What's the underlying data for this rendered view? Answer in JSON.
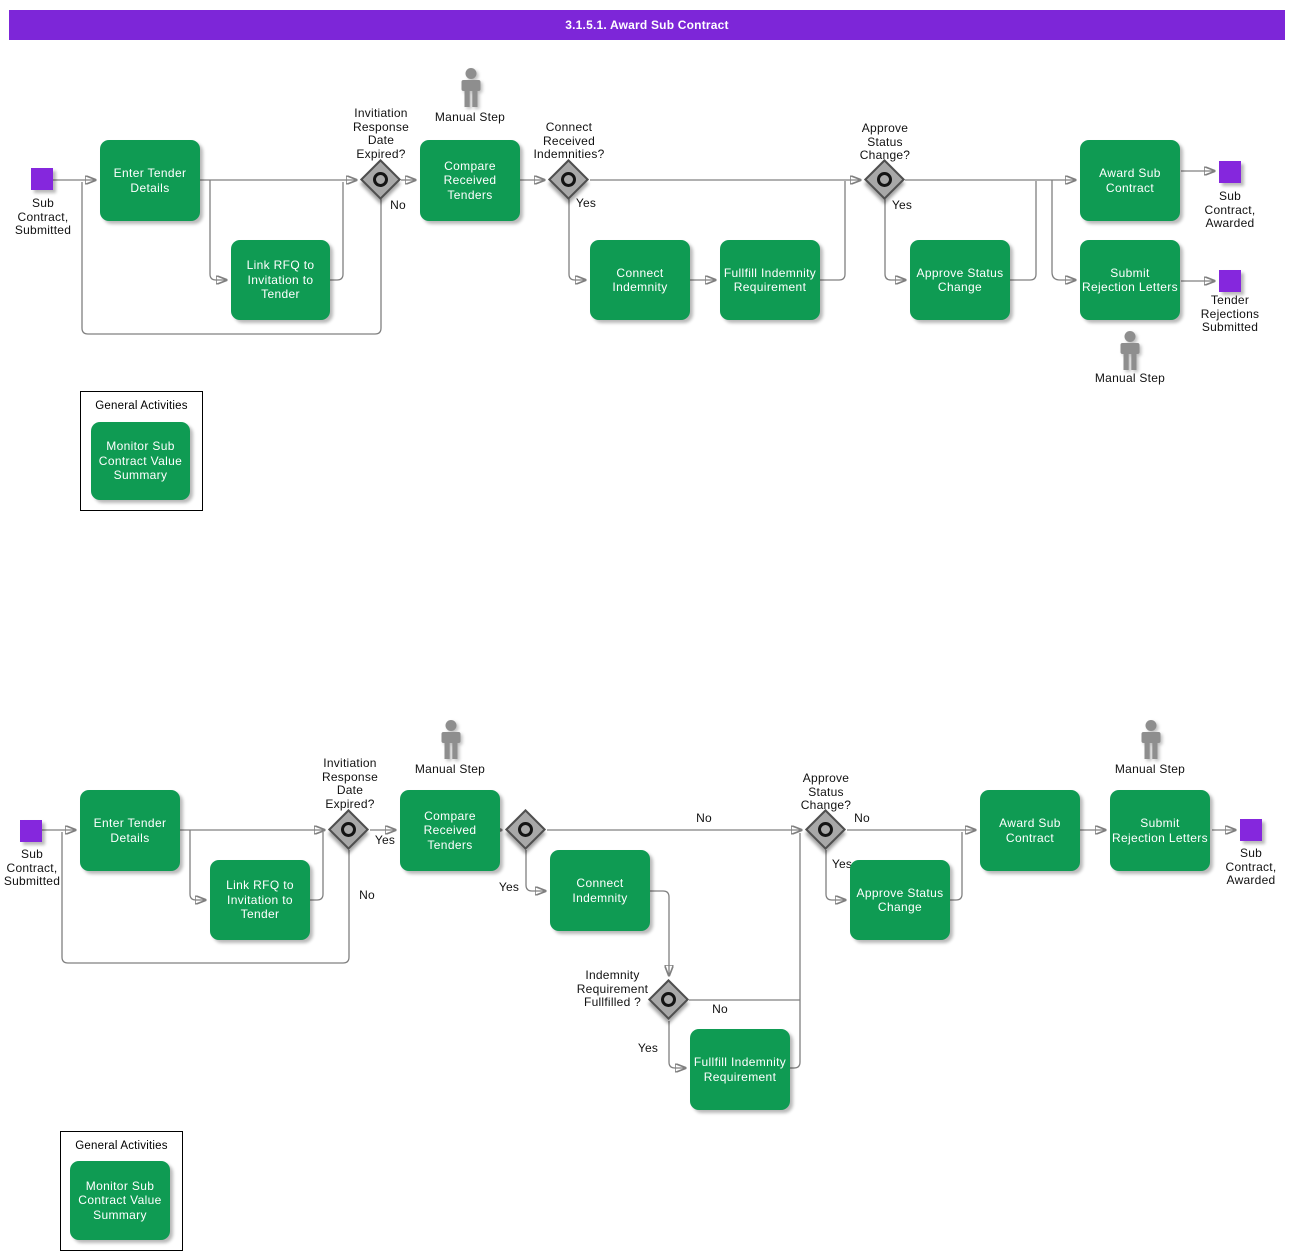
{
  "title_bar": {
    "title": "3.1.5.1. Award Sub Contract"
  },
  "tasks": {
    "enter_tender": "Enter Tender\nDetails",
    "link_rfq": "Link RFQ to\nInvitation to\nTender",
    "compare_tenders": "Compare\nReceived\nTenders",
    "connect_indemnity": "Connect\nIndemnity",
    "fullfill_indemnity": "Fullfill Indemnity\nRequirement",
    "approve_status_change": "Approve Status\nChange",
    "award_sub_contract": "Award Sub\nContract",
    "submit_rejection_letters": "Submit\nRejection Letters",
    "monitor_sub_contract": "Monitor Sub\nContract Value\nSummary"
  },
  "gateways": {
    "invitation_response": "Invitiation\nResponse\nDate\nExpired?",
    "connect_received_indemnities": "Connect\nReceived\nIndemnities?",
    "approve_status": "Approve\nStatus\nChange?",
    "indemnity_fullfilled": "Indemnity\nRequirement\nFullfilled ?"
  },
  "events": {
    "sub_contract_submitted": "Sub\nContract,\nSubmitted",
    "sub_contract_awarded": "Sub\nContract,\nAwarded",
    "tender_rejections_submitted": "Tender\nRejections\nSubmitted"
  },
  "edge_labels": {
    "yes": "Yes",
    "no": "No"
  },
  "annotations": {
    "manual_step": "Manual Step",
    "general_activities": "General Activities"
  },
  "colors": {
    "title_purple": "#7d26d8",
    "event_purple": "#8527dd",
    "task_green": "#0f9b53",
    "gateway_gray": "#a8a8a8",
    "line_gray": "#808080"
  }
}
